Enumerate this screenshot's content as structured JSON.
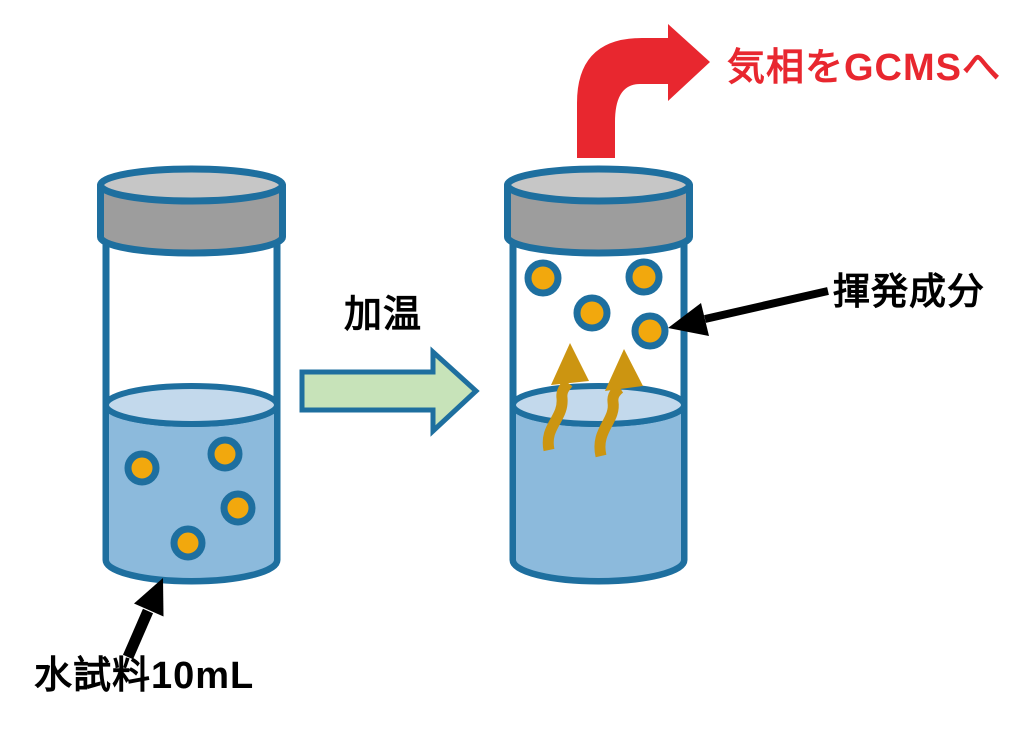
{
  "labels": {
    "heating": "加温",
    "gas_to_gcms": "気相をGCMSへ",
    "volatile_component": "揮発成分",
    "water_sample": "水試料10mL"
  },
  "colors": {
    "vial_outline": "#1E6F9F",
    "vial_body_fill": "#FFFFFF",
    "cap_side": "#9D9D9D",
    "cap_top": "#C6C6C6",
    "liquid": "#8CBADC",
    "liquid_surface": "#C3D9EC",
    "bubble_fill": "#F2A80D",
    "bubble_ring": "#1E6F9F",
    "vapor_arrow": "#CC9511",
    "heating_arrow_fill": "#C7E3B9",
    "heating_arrow_outline": "#1E6F9F",
    "gcms_arrow_red": "#E8272F",
    "annotation_black": "#000000"
  },
  "left_vial": {
    "state": "before heating",
    "bubbles_in_liquid": 4
  },
  "right_vial": {
    "state": "after heating",
    "bubbles_in_gas": 4,
    "vapor_arrows": 2
  }
}
